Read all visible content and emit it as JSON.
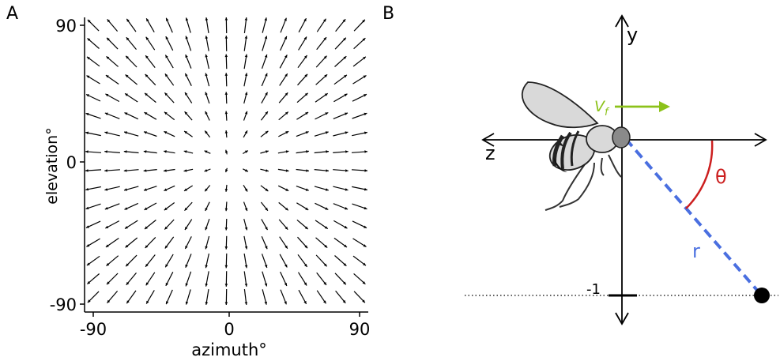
{
  "panel_a": {
    "letter": "A",
    "xlabel": "azimuth°",
    "ylabel": "elevation°",
    "xticks": [
      "-90",
      "0",
      "90"
    ],
    "yticks": [
      "90",
      "0",
      "-90"
    ],
    "chart_data": {
      "type": "scatter",
      "description_free": true,
      "x_range": [
        -90,
        90
      ],
      "y_range": [
        -90,
        90
      ],
      "grid": false,
      "field": "optic flow vector field (expansion from focus at azimuth 0, elevation 0)"
    }
  },
  "panel_b": {
    "letter": "B",
    "axis_y_label": "y",
    "axis_z_label": "z",
    "velocity_label": "V",
    "velocity_sub": "f",
    "angle_label": "θ",
    "distance_label": "r",
    "tick_label": "-1",
    "colors": {
      "velocity": "#8cc21a",
      "angle": "#cc1f1f",
      "distance": "#4a6fe0"
    }
  }
}
